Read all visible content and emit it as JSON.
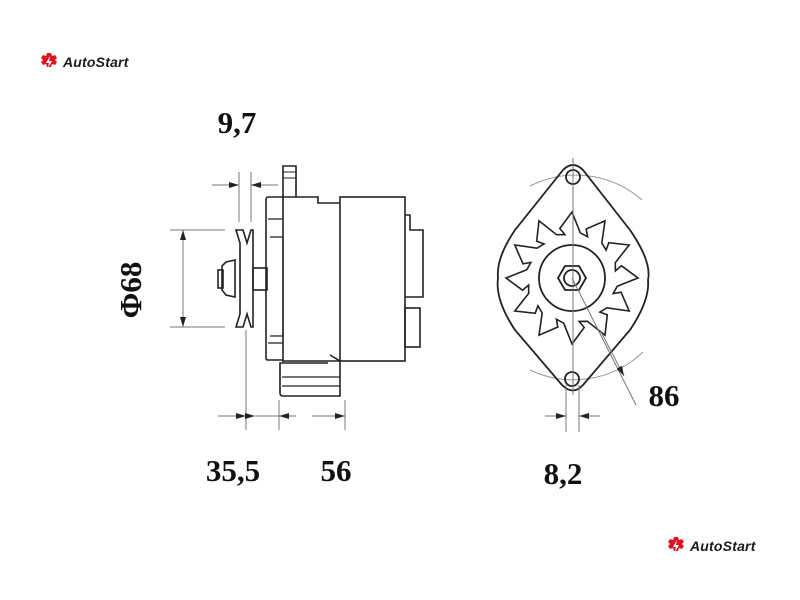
{
  "brand": {
    "name": "AutoStart",
    "color": "#e0141e"
  },
  "dimensions": {
    "pulley_offset": "9,7",
    "pulley_diameter": "Φ68",
    "front_to_mount": "35,5",
    "mount_width": "56",
    "lug_hole": "8,2",
    "mount_radius": "86"
  },
  "watermark": "AutoStart"
}
